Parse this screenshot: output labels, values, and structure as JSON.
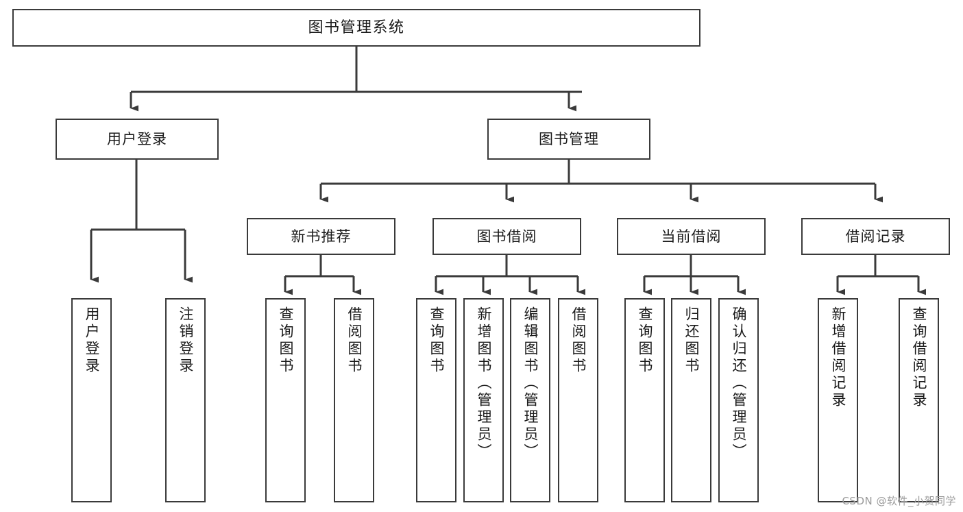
{
  "diagram": {
    "title": "图书管理系统",
    "type": "tree",
    "watermark": "CSDN @软件_小贺同学",
    "colors": {
      "box_border": "#3a3a3a",
      "box_fill": "#ffffff",
      "edge": "#3a3a3a",
      "text": "#1a1a1a",
      "watermark": "#9a9a9a",
      "background": "#ffffff"
    },
    "levels": {
      "root": {
        "label": "图书管理系统"
      },
      "level1": [
        {
          "id": "user-login",
          "label": "用户登录"
        },
        {
          "id": "book-manage",
          "label": "图书管理"
        }
      ],
      "level2": [
        {
          "id": "new-book-recommend",
          "label": "新书推荐",
          "parent": "book-manage"
        },
        {
          "id": "book-borrow",
          "label": "图书借阅",
          "parent": "book-manage"
        },
        {
          "id": "current-borrow",
          "label": "当前借阅",
          "parent": "book-manage"
        },
        {
          "id": "borrow-record",
          "label": "借阅记录",
          "parent": "book-manage"
        }
      ],
      "leaves": [
        {
          "id": "leaf-user-login",
          "label": "用户登录",
          "parent": "user-login"
        },
        {
          "id": "leaf-logout-login",
          "label": "注销登录",
          "parent": "user-login"
        },
        {
          "id": "leaf-query-book-1",
          "label": "查询图书",
          "parent": "new-book-recommend"
        },
        {
          "id": "leaf-borrow-book-1",
          "label": "借阅图书",
          "parent": "new-book-recommend"
        },
        {
          "id": "leaf-query-book-2",
          "label": "查询图书",
          "parent": "book-borrow"
        },
        {
          "id": "leaf-add-book",
          "label": "新增图书（管理员）",
          "parent": "book-borrow"
        },
        {
          "id": "leaf-edit-book",
          "label": "编辑图书（管理员）",
          "parent": "book-borrow"
        },
        {
          "id": "leaf-borrow-book-2",
          "label": "借阅图书",
          "parent": "book-borrow"
        },
        {
          "id": "leaf-query-book-3",
          "label": "查询图书",
          "parent": "current-borrow"
        },
        {
          "id": "leaf-return-book",
          "label": "归还图书",
          "parent": "current-borrow"
        },
        {
          "id": "leaf-confirm-return",
          "label": "确认归还（管理员）",
          "parent": "current-borrow"
        },
        {
          "id": "leaf-add-record",
          "label": "新增借阅记录",
          "parent": "borrow-record"
        },
        {
          "id": "leaf-query-record",
          "label": "查询借阅记录",
          "parent": "borrow-record"
        }
      ]
    }
  }
}
